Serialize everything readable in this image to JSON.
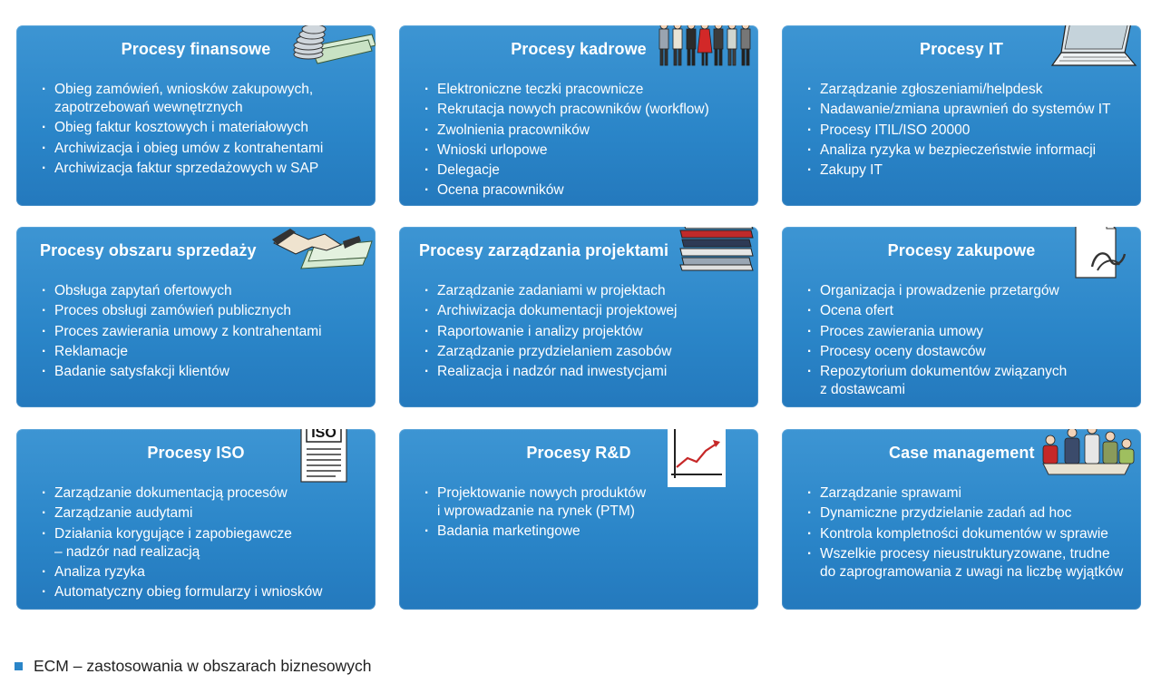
{
  "cards": [
    {
      "title": "Procesy finansowe",
      "icon": "money-icon",
      "items": [
        "Obieg zamówień, wniosków zakupowych,\nzapotrzebowań wewnętrznych",
        "Obieg faktur kosztowych i materiałowych",
        "Archiwizacja i obieg umów z kontrahentami",
        "Archiwizacja faktur sprzedażowych w SAP"
      ]
    },
    {
      "title": "Procesy kadrowe",
      "icon": "people-icon",
      "items": [
        "Elektroniczne teczki pracownicze",
        "Rekrutacja nowych pracowników (workflow)",
        "Zwolnienia pracowników",
        "Wnioski urlopowe",
        "Delegacje",
        "Ocena pracowników"
      ]
    },
    {
      "title": "Procesy IT",
      "icon": "laptop-icon",
      "items": [
        "Zarządzanie zgłoszeniami/helpdesk",
        "Nadawanie/zmiana uprawnień do systemów IT",
        "Procesy ITIL/ISO 20000",
        "Analiza ryzyka w bezpieczeństwie informacji",
        "Zakupy IT"
      ]
    },
    {
      "title": "Procesy obszaru sprzedaży",
      "icon": "handshake-icon",
      "items": [
        "Obsługa zapytań ofertowych",
        "Proces obsługi zamówień publicznych",
        "Proces zawierania umowy z kontrahentami",
        "Reklamacje",
        "Badanie satysfakcji klientów"
      ]
    },
    {
      "title": "Procesy zarządzania projektami",
      "icon": "binders-icon",
      "items": [
        "Zarządzanie zadaniami w projektach",
        "Archiwizacja dokumentacji projektowej",
        "Raportowanie i analizy projektów",
        "Zarządzanie przydzielaniem zasobów",
        "Realizacja i nadzór nad inwestycjami"
      ]
    },
    {
      "title": "Procesy zakupowe",
      "icon": "document-icon",
      "items": [
        "Organizacja i prowadzenie przetargów",
        "Ocena ofert",
        "Proces zawierania umowy",
        "Procesy oceny dostawców",
        "Repozytorium dokumentów związanych\nz dostawcami"
      ]
    },
    {
      "title": "Procesy ISO",
      "icon": "iso-document-icon",
      "icon_text": "ISO",
      "items": [
        "Zarządzanie dokumentacją procesów",
        "Zarządzanie audytami",
        "Działania korygujące i zapobiegawcze\n– nadzór nad realizacją",
        "Analiza ryzyka",
        "Automatyczny obieg formularzy i wniosków"
      ]
    },
    {
      "title": "Procesy R&D",
      "icon": "growth-chart-icon",
      "items": [
        "Projektowanie nowych produktów\ni wprowadzanie na rynek (PTM)",
        "Badania marketingowe"
      ]
    },
    {
      "title": "Case management",
      "icon": "meeting-icon",
      "items": [
        "Zarządzanie sprawami",
        "Dynamiczne przydzielanie zadań ad hoc",
        "Kontrola kompletności dokumentów w sprawie",
        "Wszelkie procesy nieustrukturyzowane, trudne\ndo zaprogramowania z uwagi na liczbę wyjątków"
      ]
    }
  ],
  "caption": "ECM – zastosowania w obszarach biznesowych",
  "colors": {
    "card": "#2a85c8",
    "text": "#ffffff",
    "caption": "#222222"
  }
}
